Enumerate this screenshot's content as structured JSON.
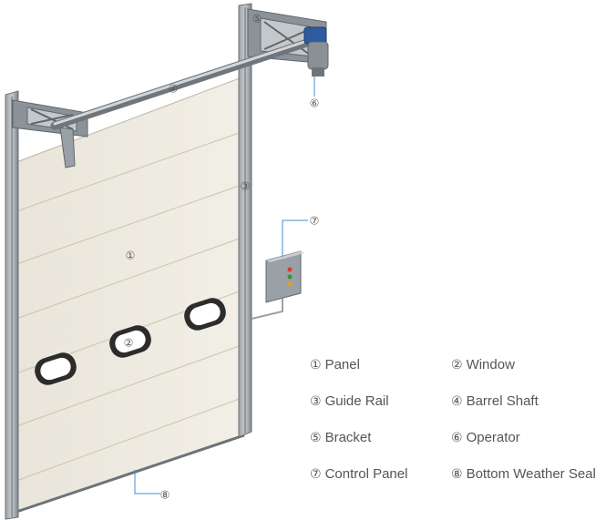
{
  "callouts": [
    {
      "id": "panel",
      "num": "①"
    },
    {
      "id": "window",
      "num": "②"
    },
    {
      "id": "guide-rail",
      "num": "③"
    },
    {
      "id": "barrel-shaft",
      "num": "④"
    },
    {
      "id": "bracket",
      "num": "⑤"
    },
    {
      "id": "operator",
      "num": "⑥"
    },
    {
      "id": "control-panel",
      "num": "⑦"
    },
    {
      "id": "bottom-weather-seal",
      "num": "⑧"
    }
  ],
  "legend": [
    {
      "num": "①",
      "label": "Panel"
    },
    {
      "num": "②",
      "label": "Window"
    },
    {
      "num": "③",
      "label": "Guide Rail"
    },
    {
      "num": "④",
      "label": "Barrel Shaft"
    },
    {
      "num": "⑤",
      "label": "Bracket"
    },
    {
      "num": "⑥",
      "label": "Operator"
    },
    {
      "num": "⑦",
      "label": "Control Panel"
    },
    {
      "num": "⑧",
      "label": "Bottom Weather Seal"
    }
  ],
  "colors": {
    "panel": "#eeeae0",
    "panel_seam": "#cfcab8",
    "frame": "#7f878d",
    "frame_dark": "#5f666c",
    "leader": "#3f8fd6",
    "operator": "#2f5a9e",
    "text": "#555555"
  }
}
